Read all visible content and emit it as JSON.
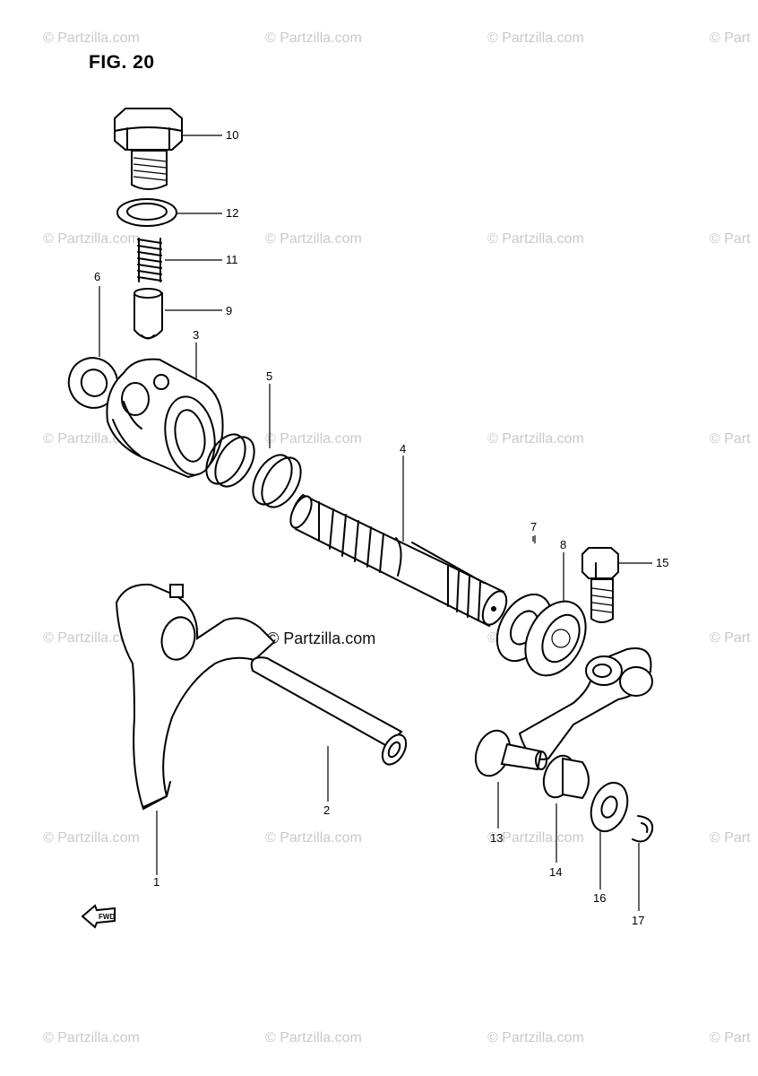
{
  "figure": {
    "title": "FIG. 20"
  },
  "watermark": {
    "text": "© Partzilla.com",
    "center_text": "© Partzilla.com",
    "clipped_text": "© Part"
  },
  "callouts": {
    "c1": "1",
    "c2": "2",
    "c3": "3",
    "c4": "4",
    "c5": "5",
    "c6": "6",
    "c7": "7",
    "c8": "8",
    "c9": "9",
    "c10": "10",
    "c11": "11",
    "c12": "12",
    "c13": "13",
    "c14": "14",
    "c15": "15",
    "c16": "16",
    "c17": "17"
  },
  "direction_arrow": {
    "text": "FWD"
  },
  "colors": {
    "line": "#000000",
    "watermark": "#c9c9c9",
    "background": "#ffffff"
  }
}
